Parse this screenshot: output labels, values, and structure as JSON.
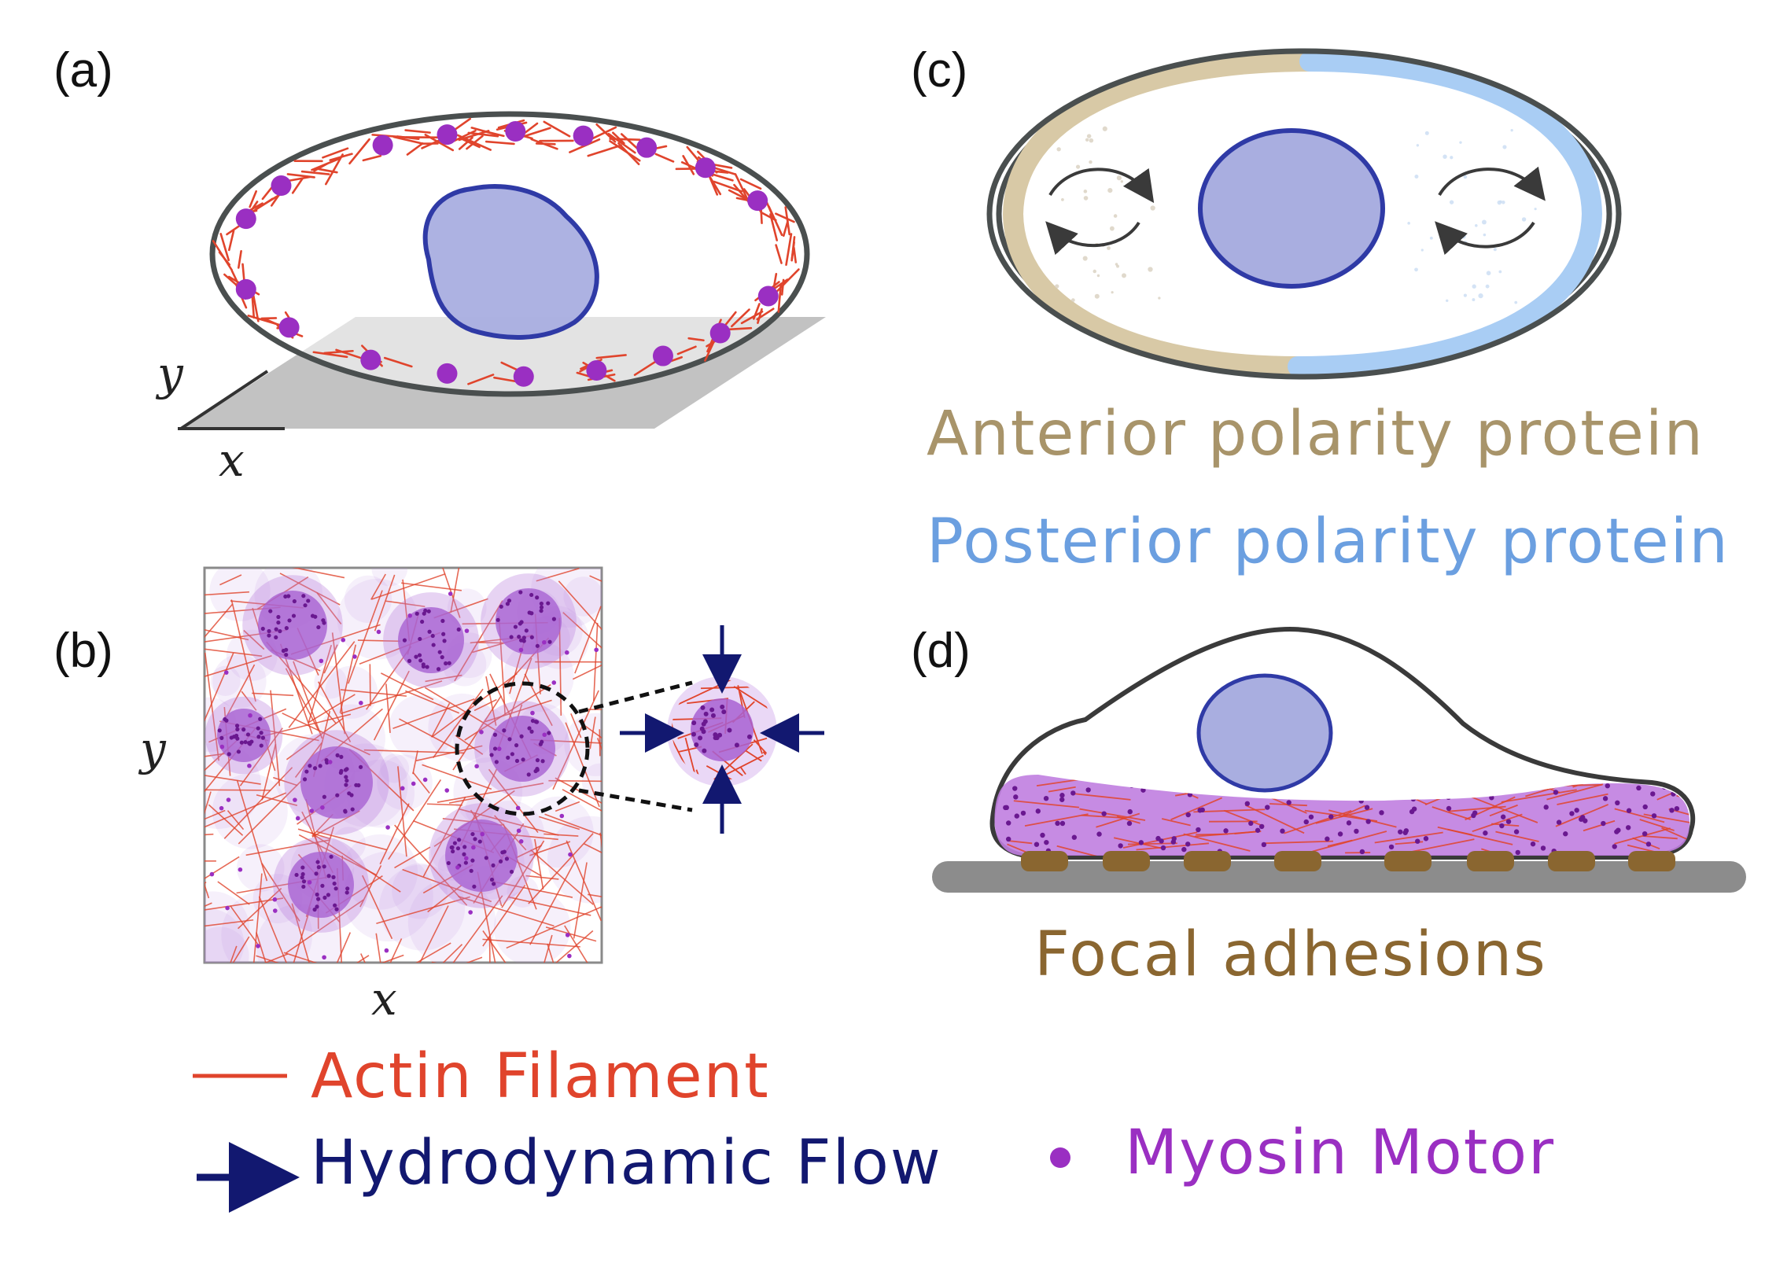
{
  "panels": {
    "a": {
      "label": "(a)",
      "axis_x": "x",
      "axis_y": "y"
    },
    "b": {
      "label": "(b)",
      "axis_x": "x",
      "axis_y": "y"
    },
    "c": {
      "label": "(c)",
      "anterior_text": "Anterior polarity protein",
      "posterior_text": "Posterior polarity protein"
    },
    "d": {
      "label": "(d)",
      "focal_text": "Focal adhesions"
    }
  },
  "legend": {
    "actin": "Actin Filament",
    "flow": "Hydrodynamic Flow",
    "myosin": "Myosin Motor"
  },
  "colors": {
    "actin": "#e0442c",
    "myosin": "#9a2fc2",
    "myosin_fill": "#b980dc",
    "nucleus_fill": "#a9aee0",
    "nucleus_stroke": "#2f3aa6",
    "flow": "#121870",
    "membrane": "#4a4f4f",
    "substrate": "#bdbdbd",
    "anterior": "#a8946a",
    "posterior": "#6b9fe0",
    "focal": "#8a6630"
  }
}
